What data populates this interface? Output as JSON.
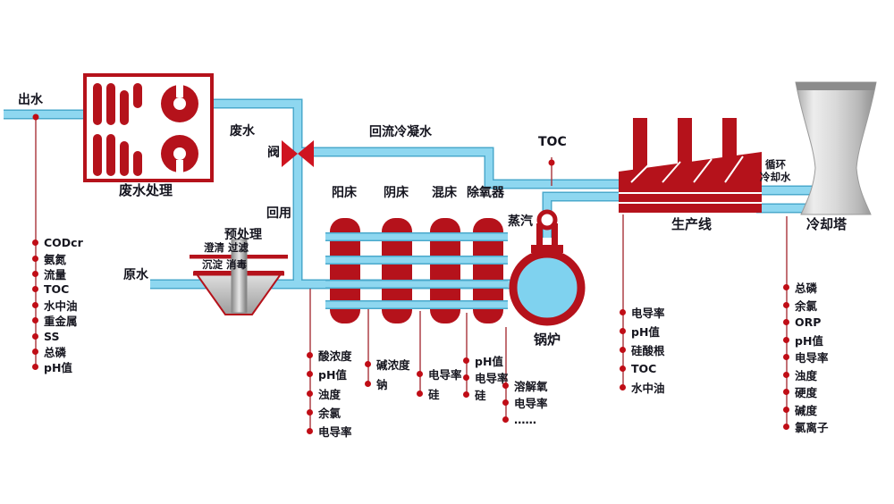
{
  "labels": {
    "outlet": "出水",
    "wastewater_treatment": "废水处理",
    "wastewater": "废水",
    "valve": "阀",
    "return_condensate": "回流冷凝水",
    "reuse": "回用",
    "pretreatment": "预处理",
    "clarify_filter": "澄清  过滤",
    "settle_disinfect": "沉淀  消毒",
    "raw_water": "原水",
    "cation_bed": "阳床",
    "anion_bed": "阴床",
    "mixed_bed": "混床",
    "deaerator": "除氧器",
    "steam": "蒸汽",
    "toc": "TOC",
    "boiler": "锅炉",
    "production_line": "生产线",
    "circulating": "循环",
    "cooling_water": "冷却水",
    "cooling_tower": "冷却塔"
  },
  "sensors": {
    "influent": [
      "CODcr",
      "氨氮",
      "流量",
      "TOC",
      "水中油",
      "重金属",
      "SS",
      "总磷",
      "pH值"
    ],
    "cation_bed": [
      "酸浓度",
      "pH值",
      "浊度",
      "余氯",
      "电导率"
    ],
    "anion_bed": [
      "碱浓度",
      "钠"
    ],
    "mixed_bed": [
      "电导率",
      "硅"
    ],
    "deaerator": [
      "pH值",
      "电导率",
      "硅"
    ],
    "boiler": [
      "溶解氧",
      "电导率",
      "……"
    ],
    "production_line": [
      "电导率",
      "pH值",
      "硅酸根",
      "TOC",
      "水中油"
    ],
    "cooling_tower": [
      "总磷",
      "余氯",
      "ORP",
      "pH值",
      "电导率",
      "浊度",
      "硬度",
      "碱度",
      "氯离子"
    ]
  },
  "colors": {
    "red": "#b5121b",
    "pipe_blue": "#8ed7f0",
    "pipe_edge": "#4aa9cc",
    "dot_red": "#c00d16",
    "tower_gray": "#c9c9c9"
  }
}
